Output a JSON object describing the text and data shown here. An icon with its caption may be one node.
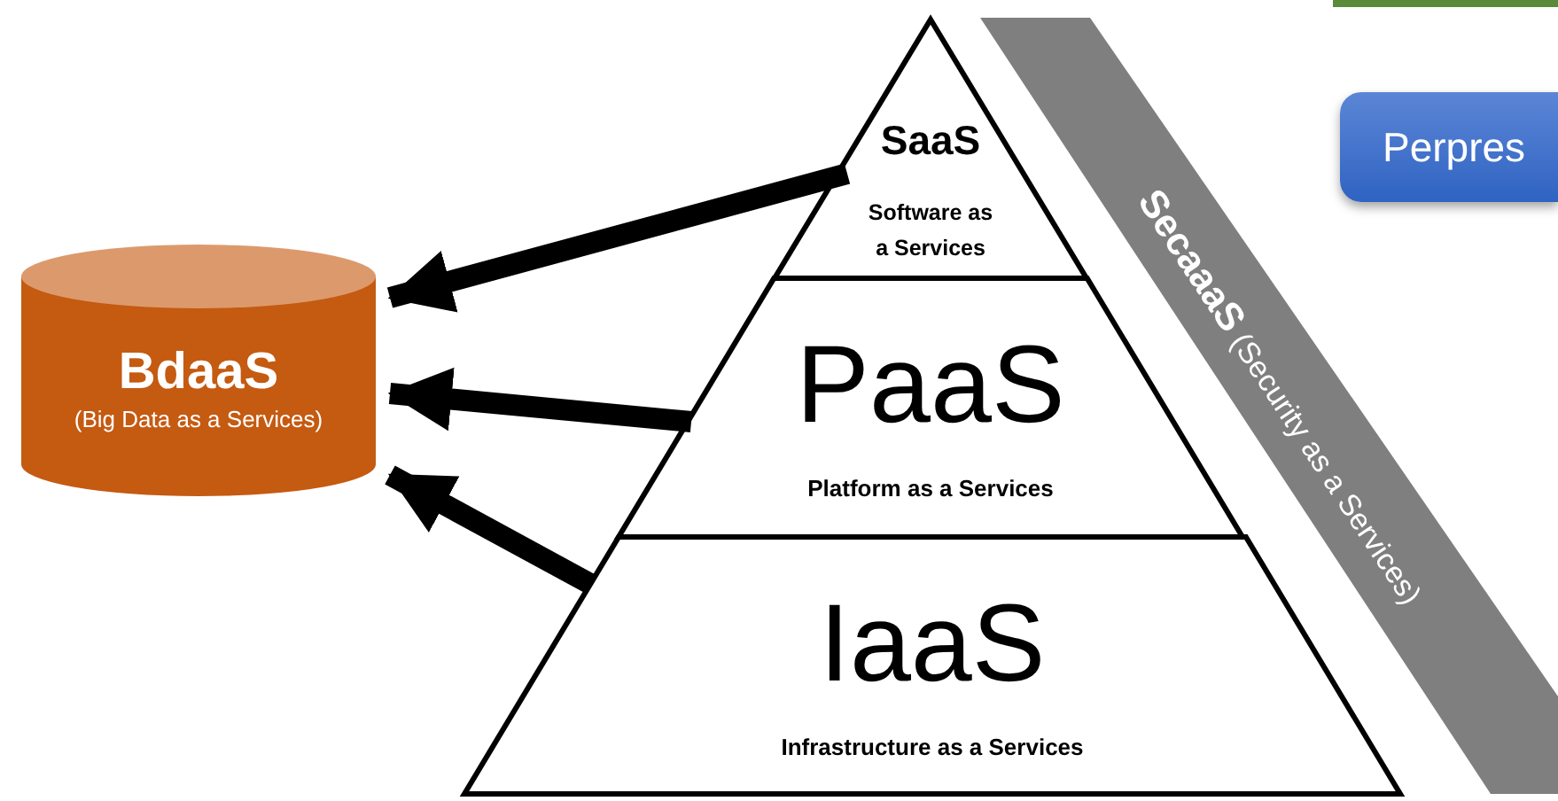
{
  "diagram": {
    "nodes": [
      {
        "text": [
          "BdaaS",
          "(Big Data as a Services)"
        ]
      },
      {
        "text": [
          "SaaS",
          "Software as a Services"
        ]
      },
      {
        "text": [
          "PaaS",
          "Platform as a Services"
        ]
      },
      {
        "text": [
          "IaaS",
          "Infrastructure as a Services"
        ]
      },
      {
        "text": [
          "**SecaaaS** (Security as a Services)"
        ]
      },
      {
        "text": [
          "Perpres"
        ]
      }
    ],
    "edges": [
      {
        "from": 1,
        "to": 0,
        "arrow": "to"
      },
      {
        "from": 2,
        "to": 0,
        "arrow": "to"
      },
      {
        "from": 3,
        "to": 0,
        "arrow": "to"
      }
    ]
  }
}
